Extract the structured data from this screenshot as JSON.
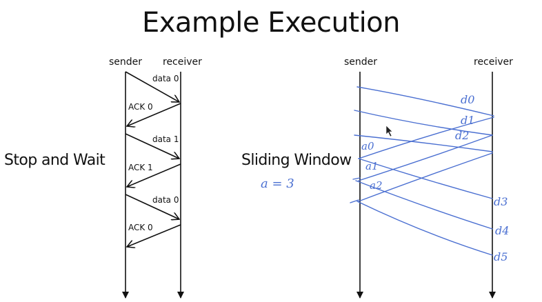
{
  "slide": {
    "title": "Example Execution"
  },
  "stop_and_wait": {
    "label": "Stop and Wait",
    "sender_label": "sender",
    "receiver_label": "receiver",
    "messages": [
      "data 0",
      "ACK 0",
      "data 1",
      "ACK 1",
      "data 0",
      "ACK 0"
    ]
  },
  "sliding_window": {
    "label": "Sliding Window",
    "sender_label": "sender",
    "receiver_label": "receiver",
    "window_note": "a = 3",
    "handwritten": {
      "d0": "d0",
      "d1": "d1",
      "d2": "d2",
      "a0": "a0",
      "a1": "a1",
      "a2": "a2",
      "d3": "d3",
      "d4": "d4",
      "d5": "d5"
    }
  },
  "colors": {
    "ink": "#111111",
    "annotation": "#4a6fd1"
  }
}
